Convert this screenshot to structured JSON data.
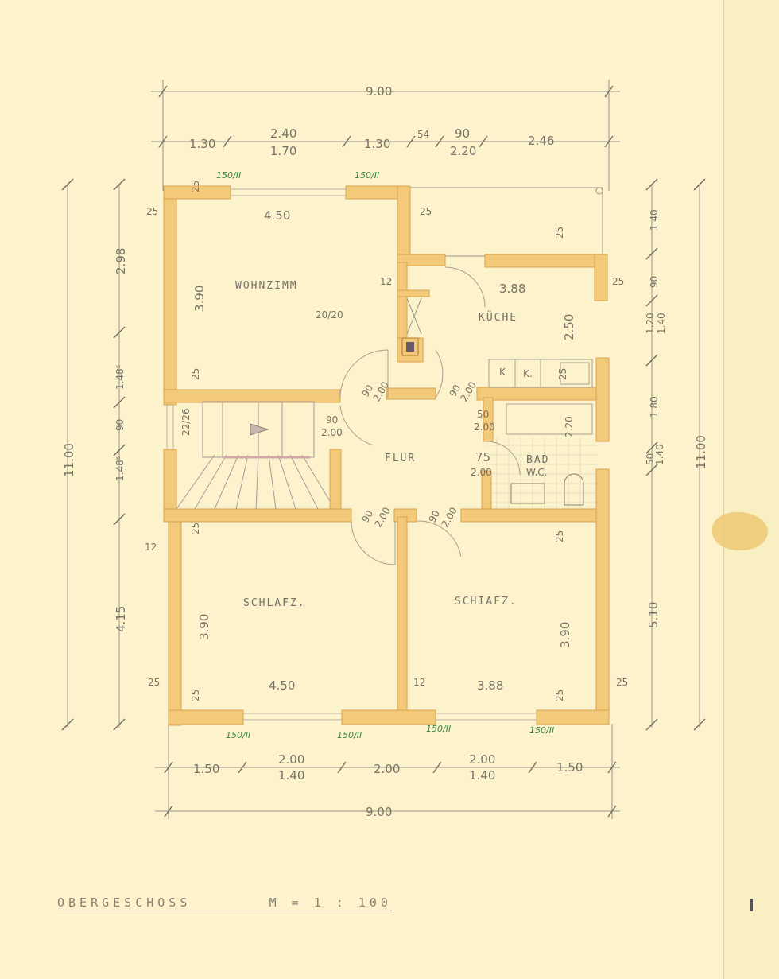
{
  "drawing": {
    "title": "OBERGESCHOSS",
    "scale": "M = 1 : 100",
    "colors": {
      "paper": "#fcf3cc",
      "wall": "#f3c97a",
      "wall_edge": "#d9a24e",
      "pencil": "#7a7266",
      "green_annotation": "#2e8a3e",
      "stain": "#edc874"
    }
  },
  "rooms": {
    "wohnzimmer": {
      "label": "WOHNZIMM",
      "width": "4.50",
      "depth": "3.90",
      "chimney": "20/20"
    },
    "kueche": {
      "label": "KÜCHE",
      "width": "3.88",
      "depth": "2.50",
      "fixtures": [
        "K",
        "K."
      ]
    },
    "flur": {
      "label": "FLUR"
    },
    "bad": {
      "label": "BAD",
      "label2": "W.C.",
      "tile_dim": "2.20"
    },
    "schlafz_left": {
      "label": "SCHLAFZ.",
      "width": "4.50",
      "depth": "3.90"
    },
    "schlafz_right": {
      "label": "SCHIAFZ.",
      "width": "3.88",
      "depth": "3.90"
    },
    "stair": {
      "label": "22/26"
    }
  },
  "doors": {
    "d1": {
      "w": "90",
      "h": "2.00"
    },
    "d2": {
      "w": "90",
      "h": "2.00"
    },
    "d3": {
      "w": "90",
      "h": "2.00"
    },
    "d4": {
      "w": "50",
      "h": "2.00"
    },
    "d5": {
      "w": "75",
      "h": "2.00"
    },
    "d6": {
      "w": "90",
      "h": "2.00"
    },
    "d7": {
      "w": "90",
      "h": "2.00"
    }
  },
  "dimensions": {
    "top_total": "9.00",
    "top": [
      "1.30",
      "2.40",
      "1.70",
      "1.30",
      "54",
      "90",
      "2.20",
      "2.46"
    ],
    "bottom": [
      "1.50",
      "2.00",
      "1.40",
      "2.00",
      "2.00",
      "1.40",
      "1.50"
    ],
    "bottom_total": "9.00",
    "left_total": "11.00",
    "left": [
      "2.98",
      "1.48⁵",
      "90",
      "1.48⁵",
      "4.15"
    ],
    "right": [
      "1.40",
      "90",
      "1.20",
      "1.40",
      "1.80",
      "50",
      "1.40",
      "5.10"
    ],
    "right_total": "11.00",
    "walls": {
      "ext": "25",
      "int": "12"
    }
  },
  "window_marks": [
    "150/II",
    "150/II",
    "150/II",
    "150/II",
    "150/II",
    "150/II"
  ]
}
